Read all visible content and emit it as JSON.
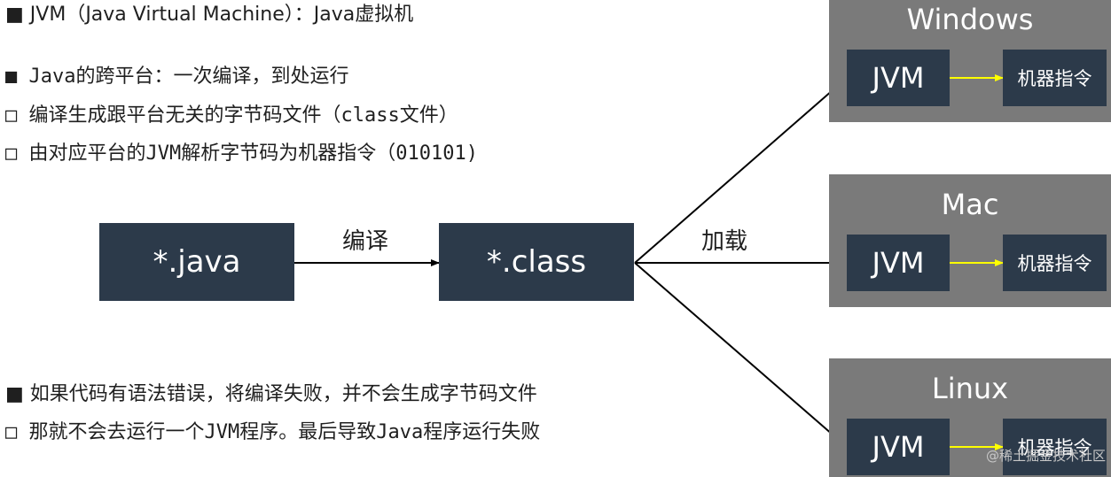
{
  "notes_top": [
    {
      "marker": "■",
      "text": "JVM（Java Virtual Machine）：Java虚拟机"
    },
    {
      "marker": "■",
      "text": "Java的跨平台：一次编译，到处运行"
    },
    {
      "marker": "□",
      "text": "编译生成跟平台无关的字节码文件（class文件）"
    },
    {
      "marker": "□",
      "text": "由对应平台的JVM解析字节码为机器指令（010101)"
    }
  ],
  "flow": {
    "source": "*.java",
    "compile_label": "编译",
    "bytecode": "*.class",
    "load_label": "加载"
  },
  "platforms": [
    {
      "name": "Windows",
      "jvm": "JVM",
      "instruction": "机器指令"
    },
    {
      "name": "Mac",
      "jvm": "JVM",
      "instruction": "机器指令"
    },
    {
      "name": "Linux",
      "jvm": "JVM",
      "instruction": "机器指令"
    }
  ],
  "notes_bottom": [
    {
      "marker": "■",
      "text": "如果代码有语法错误，将编译失败，并不会生成字节码文件"
    },
    {
      "marker": "□",
      "text": "那就不会去运行一个JVM程序。最后导致Java程序运行失败"
    }
  ],
  "watermark": "@稀土掘金技术社区",
  "colors": {
    "box": "#2c3a4a",
    "platform_bg": "#7a7a7a",
    "inner_arrow": "#ffff00",
    "arrow": "#000000"
  }
}
